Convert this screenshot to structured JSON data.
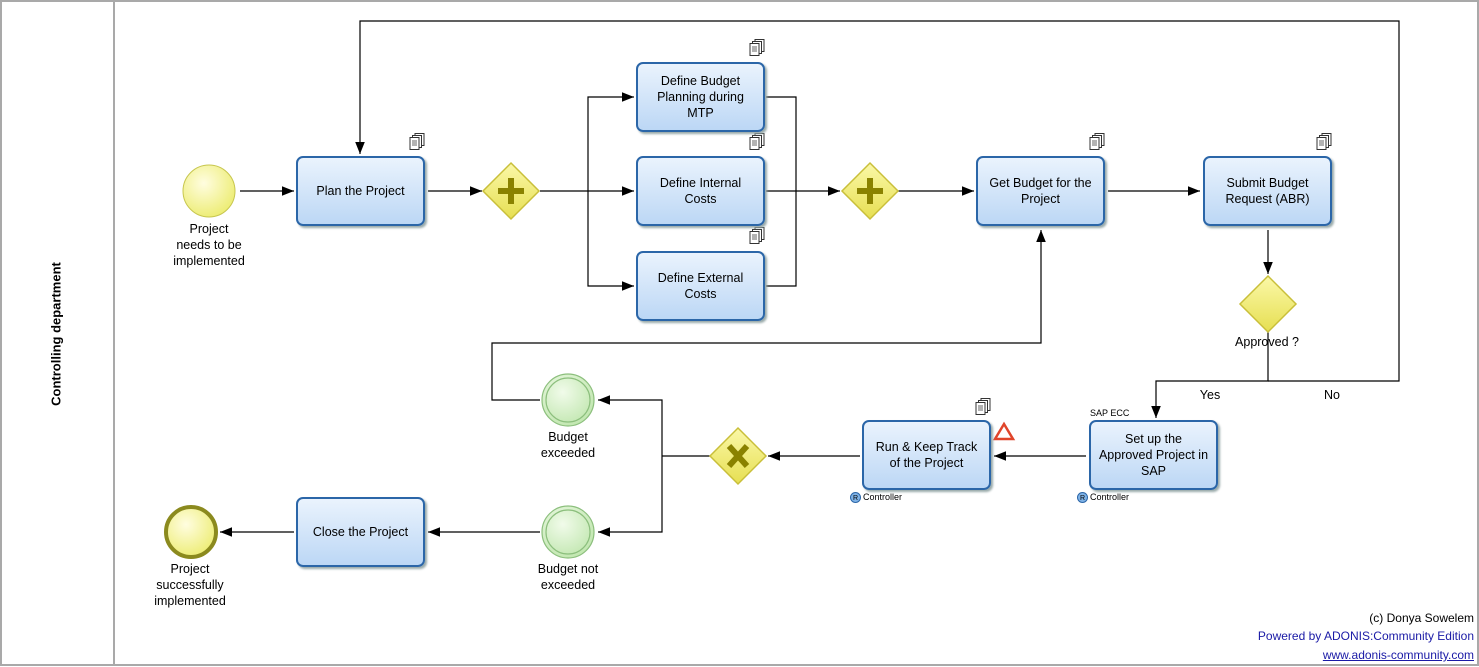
{
  "lane": {
    "label": "Controlling department"
  },
  "events": {
    "start": "Project\nneeds to be\nimplemented",
    "budget_exceeded": "Budget\nexceeded",
    "budget_not_exceeded": "Budget not\nexceeded",
    "end": "Project\nsuccessfully\nimplemented"
  },
  "tasks": {
    "plan": "Plan the Project",
    "define_budget": "Define Budget Planning during MTP",
    "define_internal": "Define Internal Costs",
    "define_external": "Define External Costs",
    "get_budget": "Get Budget for the Project",
    "submit_request": "Submit Budget Request (ABR)",
    "setup_sap": "Set up the Approved Project in SAP",
    "run_track": "Run & Keep Track of the Project",
    "close": "Close the Project"
  },
  "gateway": {
    "approved": "Approved ?"
  },
  "flow_labels": {
    "yes": "Yes",
    "no": "No"
  },
  "annotations": {
    "sap_ecc": "SAP ECC"
  },
  "roles": {
    "setup_sap": "Controller",
    "run_track": "Controller",
    "role_icon": "R"
  },
  "footer": {
    "copyright": "(c) Donya Sowelem",
    "powered": "Powered by ADONIS:Community Edition",
    "url": "www.adonis-community.com"
  },
  "colors": {
    "task_border": "#2b66a8",
    "gateway_fill": "#f5f07a",
    "start_fill": "#fafaa0",
    "intermediate_fill": "#cfeec0",
    "link": "#1a1aa6"
  },
  "icons": [
    "document-stack-icon",
    "risk-warning-icon",
    "role-icon",
    "parallel-gateway-plus-icon",
    "exclusive-gateway-x-icon"
  ]
}
